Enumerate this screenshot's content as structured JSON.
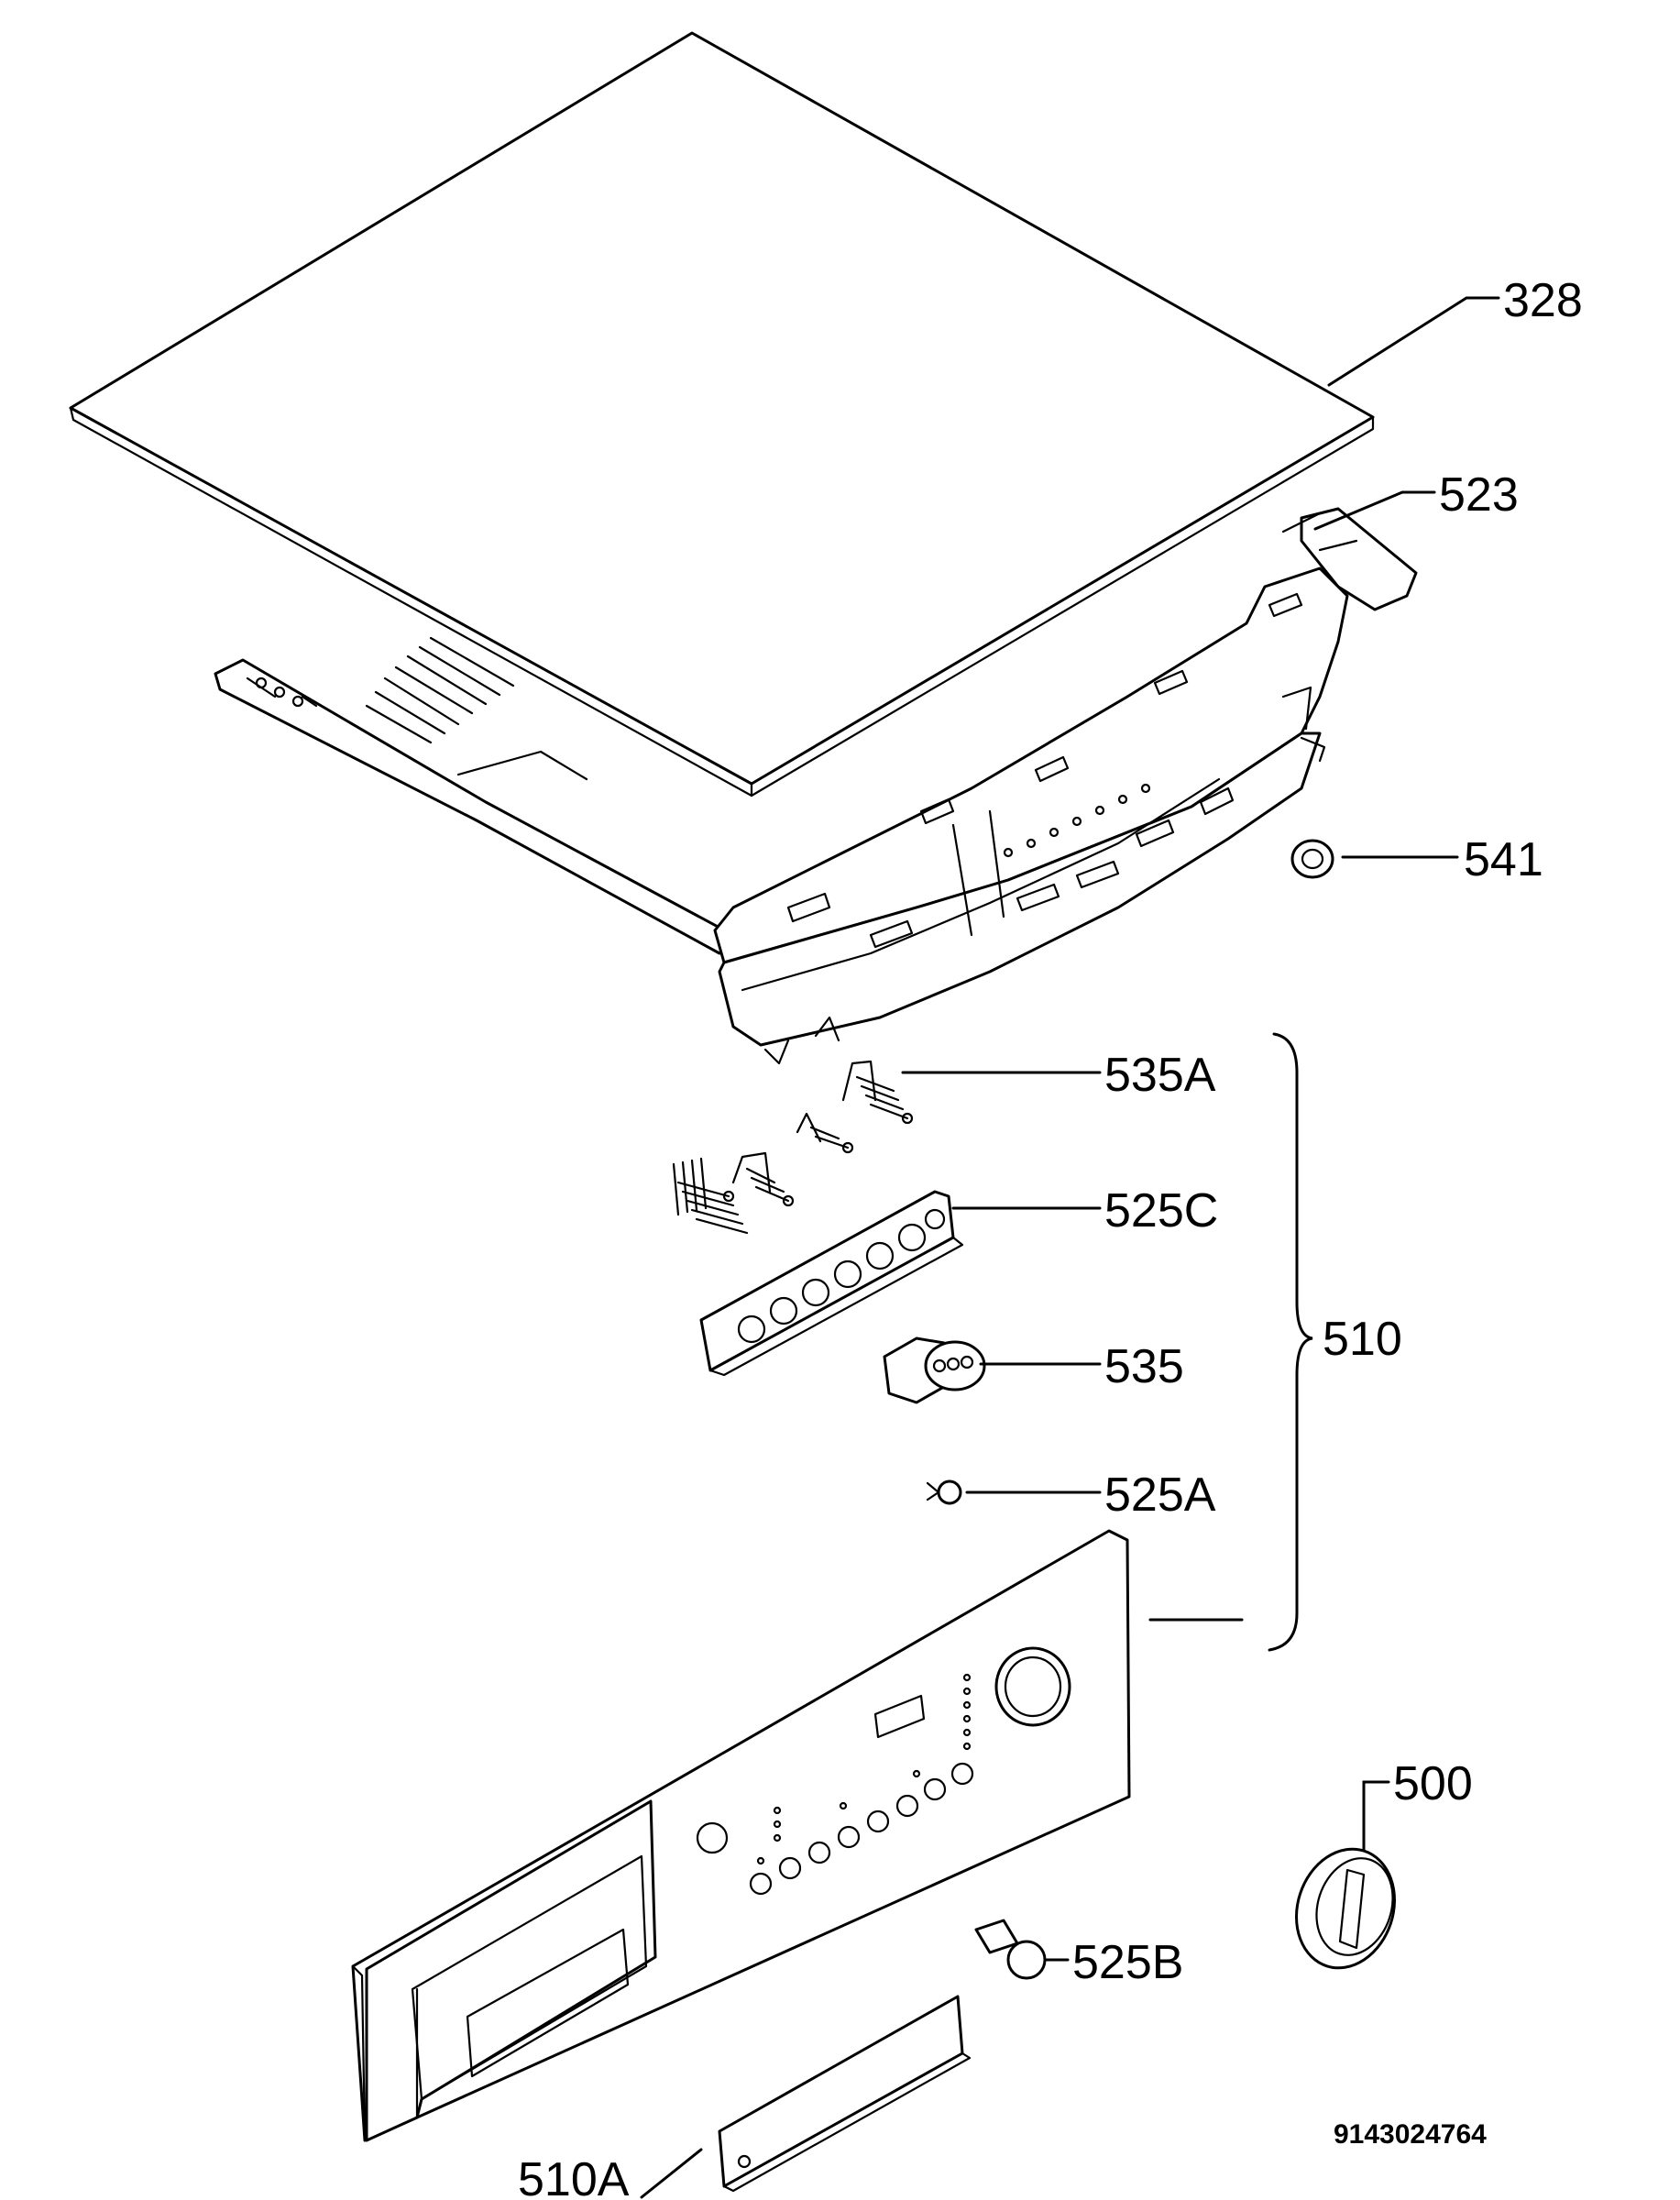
{
  "labels": {
    "p328": "328",
    "p523": "523",
    "p541": "541",
    "p535A": "535A",
    "p525C": "525C",
    "p510": "510",
    "p535": "535",
    "p525A": "525A",
    "p500": "500",
    "p525B": "525B",
    "p510A": "510A"
  },
  "drawing_number": "9143024764",
  "colors": {
    "line": "#000000",
    "background": "#ffffff"
  }
}
